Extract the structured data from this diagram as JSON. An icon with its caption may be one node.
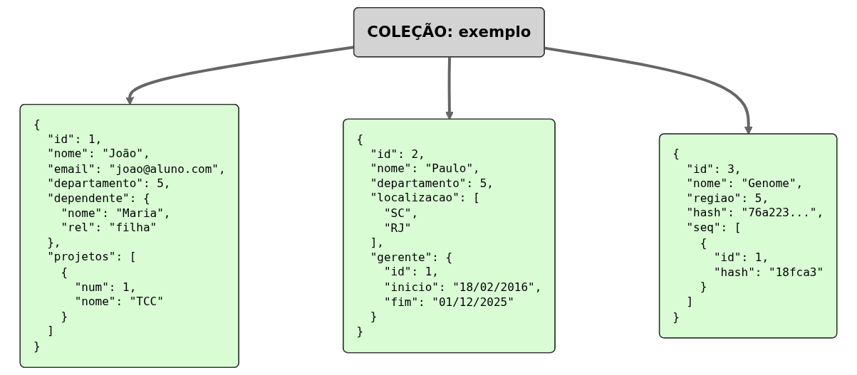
{
  "diagram": {
    "nodes": [
      {
        "text": [
          "COLEÇÃO: exemplo"
        ]
      },
      {
        "text": [
          "{",
          "  \"id\": 1,",
          "  \"nome\": \"João\",",
          "  \"email\": \"joao@aluno.com\",",
          "  \"departamento\": 5,",
          "  \"dependente\": {",
          "    \"nome\": \"Maria\",",
          "    \"rel\": \"filha\"",
          "  },",
          "  \"projetos\": [",
          "    {",
          "      \"num\": 1,",
          "      \"nome\": \"TCC\"",
          "    }",
          "  ]",
          "}"
        ]
      },
      {
        "text": [
          "{",
          "  \"id\": 2,",
          "  \"nome\": \"Paulo\",",
          "  \"departamento\": 5,",
          "  \"localizacao\": [",
          "    \"SC\",",
          "    \"RJ\"",
          "  ],",
          "  \"gerente\": {",
          "    \"id\": 1,",
          "    \"inicio\": \"18/02/2016\",",
          "    \"fim\": \"01/12/2025\"",
          "  }",
          "}"
        ]
      },
      {
        "text": [
          "{",
          "  \"id\": 3,",
          "  \"nome\": \"Genome\",",
          "  \"regiao\": 5,",
          "  \"hash\": \"76a223...\",",
          "  \"seq\": [",
          "    {",
          "      \"id\": 1,",
          "      \"hash\": \"18fca3\"",
          "    }",
          "  ]",
          "}"
        ]
      }
    ],
    "edges": [
      {
        "from": 0,
        "to": 1,
        "arrow": "to"
      },
      {
        "from": 0,
        "to": 2,
        "arrow": "to"
      },
      {
        "from": 0,
        "to": 3,
        "arrow": "to"
      }
    ]
  }
}
